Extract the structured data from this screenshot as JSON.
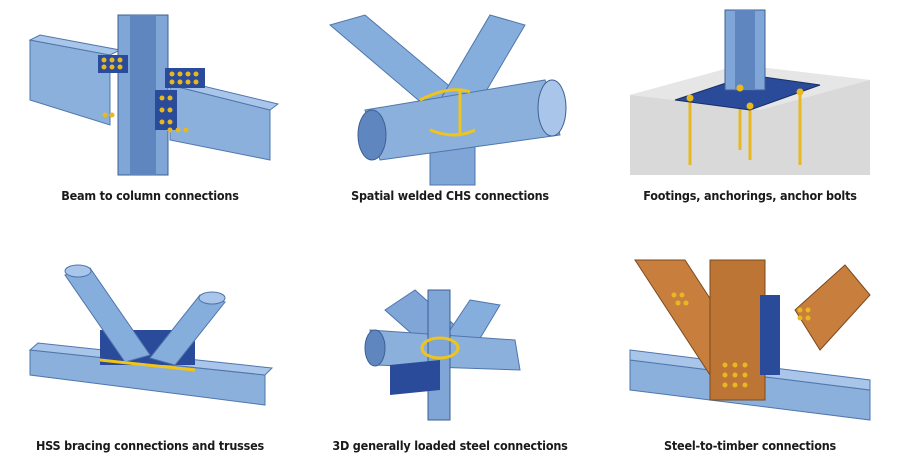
{
  "colors": {
    "steel": "#7fa6d6",
    "steel_dark": "#4f76ad",
    "plate": "#2a4a9a",
    "weld": "#f0c419",
    "bolt": "#e8b820",
    "concrete": "#d6d6d6",
    "timber": "#c87f3e"
  },
  "tiles": [
    {
      "caption": "Beam to column connections",
      "icon": "beam-to-column-illustration"
    },
    {
      "caption": "Spatial welded CHS connections",
      "icon": "chs-connection-illustration"
    },
    {
      "caption": "Footings, anchorings, anchor bolts",
      "icon": "footing-anchor-illustration"
    },
    {
      "caption": "HSS bracing connections and trusses",
      "icon": "hss-bracing-illustration"
    },
    {
      "caption": "3D generally loaded steel connections",
      "icon": "3d-connection-illustration"
    },
    {
      "caption": "Steel-to-timber connections",
      "icon": "steel-timber-illustration"
    }
  ]
}
